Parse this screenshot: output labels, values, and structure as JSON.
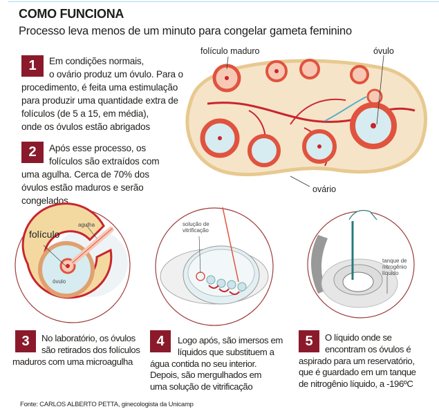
{
  "header": {
    "title": "COMO FUNCIONA",
    "subtitle": "Processo leva menos de um minuto para congelar gameta feminino"
  },
  "steps": [
    {
      "number": "1",
      "lines": [
        "Em condições normais,",
        "o ovário produz um óvulo. Para o",
        "procedimento, é feita uma estimulação",
        "para produzir uma quantidade extra de",
        "folículos (de 5 a 15, em média),",
        "onde os óvulos estão abrigados"
      ]
    },
    {
      "number": "2",
      "lines": [
        "Após esse processo, os",
        "folículos são extraídos com",
        "uma agulha. Cerca de 70% dos",
        "óvulos estão maduros e serão",
        "congelados"
      ]
    },
    {
      "number": "3",
      "lines": [
        "No laboratório, os óvulos",
        "são retirados  dos folículos",
        "maduros com uma  microagulha"
      ]
    },
    {
      "number": "4",
      "lines": [
        "Logo após, são imersos em",
        "líquidos que substituem a",
        "água contida no seu interior.",
        "Depois, são mergulhados em",
        "uma solução de vitrificação"
      ]
    },
    {
      "number": "5",
      "lines": [
        "O líquido onde se",
        "encontram os óvulos é",
        "aspirado para um reservatório,",
        "que é guardado em um tanque",
        "de nitrogênio líquido, a -196ºC"
      ]
    }
  ],
  "ovary_labels": {
    "follicle": "folículo maduro",
    "ovum": "óvulo",
    "ovary": "ovário"
  },
  "circle3": {
    "follicle": "folículo",
    "needle": "agulha",
    "ovum": "óvulo"
  },
  "circle4": {
    "solution_line1": "solução de",
    "solution_line2": "vitrificação"
  },
  "circle5": {
    "tank_line1": "tanque de",
    "tank_line2": "nitrogênio",
    "tank_line3": "líquido"
  },
  "source": "Fonte: CARLOS ALBERTO PETTA, ginecologista da Unicamp",
  "colors": {
    "accent": "#8a1a2b",
    "follicle": "#e0533e",
    "ovary": "#f3ddc5"
  }
}
